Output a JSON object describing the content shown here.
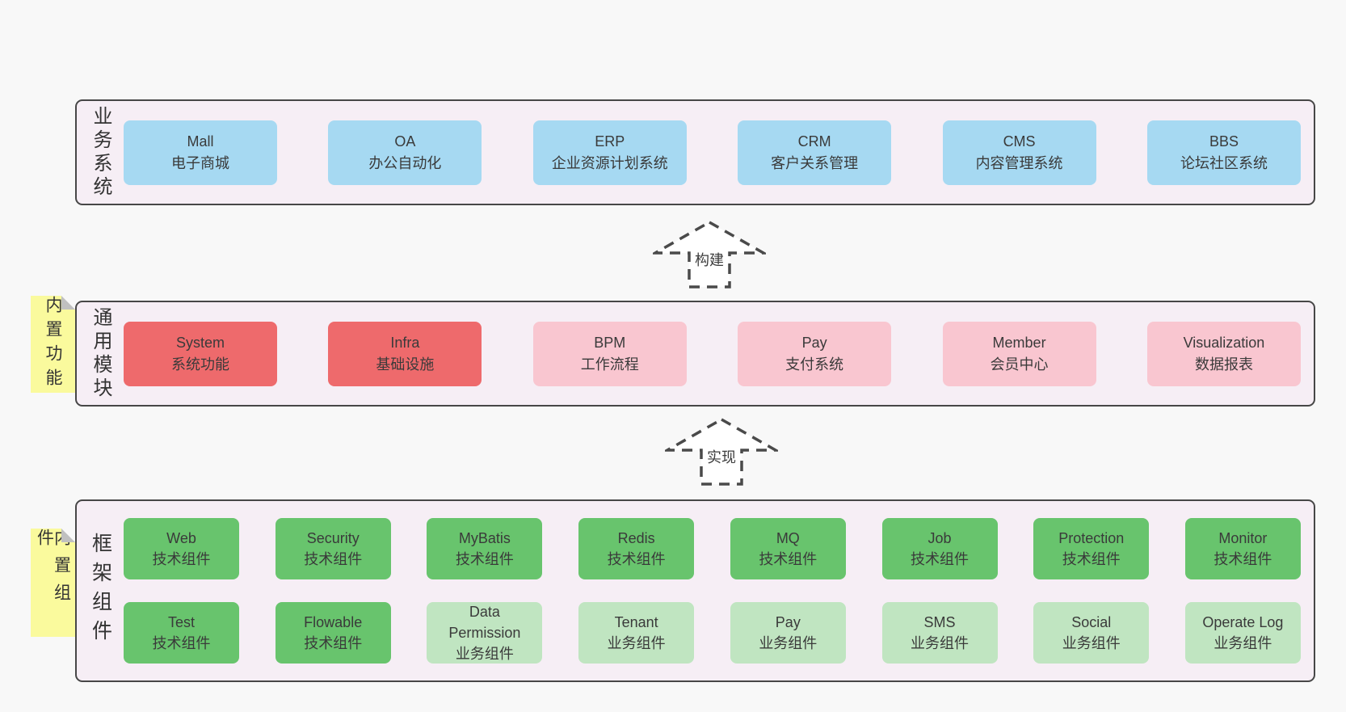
{
  "colors": {
    "page_bg": "#f8f8f8",
    "panel_bg": "#f6eef5",
    "panel_border": "#474747",
    "blue_box": "#a6d9f2",
    "red_box": "#ee6a6c",
    "pink_box": "#f9c6d0",
    "green_box": "#68c46d",
    "light_green_box": "#c0e5c1",
    "sticky_yellow": "#fafa9d"
  },
  "arrows": [
    {
      "label": "构建"
    },
    {
      "label": "实现"
    }
  ],
  "stickies": [
    {
      "label": "内置功能"
    },
    {
      "label": "内置组件"
    }
  ],
  "sections": [
    {
      "label": "业务系统",
      "boxes": [
        {
          "title": "Mall",
          "subtitle": "电子商城"
        },
        {
          "title": "OA",
          "subtitle": "办公自动化"
        },
        {
          "title": "ERP",
          "subtitle": "企业资源计划系统"
        },
        {
          "title": "CRM",
          "subtitle": "客户关系管理"
        },
        {
          "title": "CMS",
          "subtitle": "内容管理系统"
        },
        {
          "title": "BBS",
          "subtitle": "论坛社区系统"
        }
      ]
    },
    {
      "label": "通用模块",
      "boxes": [
        {
          "title": "System",
          "subtitle": "系统功能"
        },
        {
          "title": "Infra",
          "subtitle": "基础设施"
        },
        {
          "title": "BPM",
          "subtitle": "工作流程"
        },
        {
          "title": "Pay",
          "subtitle": "支付系统"
        },
        {
          "title": "Member",
          "subtitle": "会员中心"
        },
        {
          "title": "Visualization",
          "subtitle": "数据报表"
        }
      ]
    },
    {
      "label": "框架组件",
      "rows": [
        [
          {
            "title": "Web",
            "subtitle": "技术组件"
          },
          {
            "title": "Security",
            "subtitle": "技术组件"
          },
          {
            "title": "MyBatis",
            "subtitle": "技术组件"
          },
          {
            "title": "Redis",
            "subtitle": "技术组件"
          },
          {
            "title": "MQ",
            "subtitle": "技术组件"
          },
          {
            "title": "Job",
            "subtitle": "技术组件"
          },
          {
            "title": "Protection",
            "subtitle": "技术组件"
          },
          {
            "title": "Monitor",
            "subtitle": "技术组件"
          }
        ],
        [
          {
            "title": "Test",
            "subtitle": "技术组件"
          },
          {
            "title": "Flowable",
            "subtitle": "技术组件"
          },
          {
            "title": "Data\nPermission",
            "subtitle": "业务组件"
          },
          {
            "title": "Tenant",
            "subtitle": "业务组件"
          },
          {
            "title": "Pay",
            "subtitle": "业务组件"
          },
          {
            "title": "SMS",
            "subtitle": "业务组件"
          },
          {
            "title": "Social",
            "subtitle": "业务组件"
          },
          {
            "title": "Operate Log",
            "subtitle": "业务组件"
          }
        ]
      ]
    }
  ]
}
